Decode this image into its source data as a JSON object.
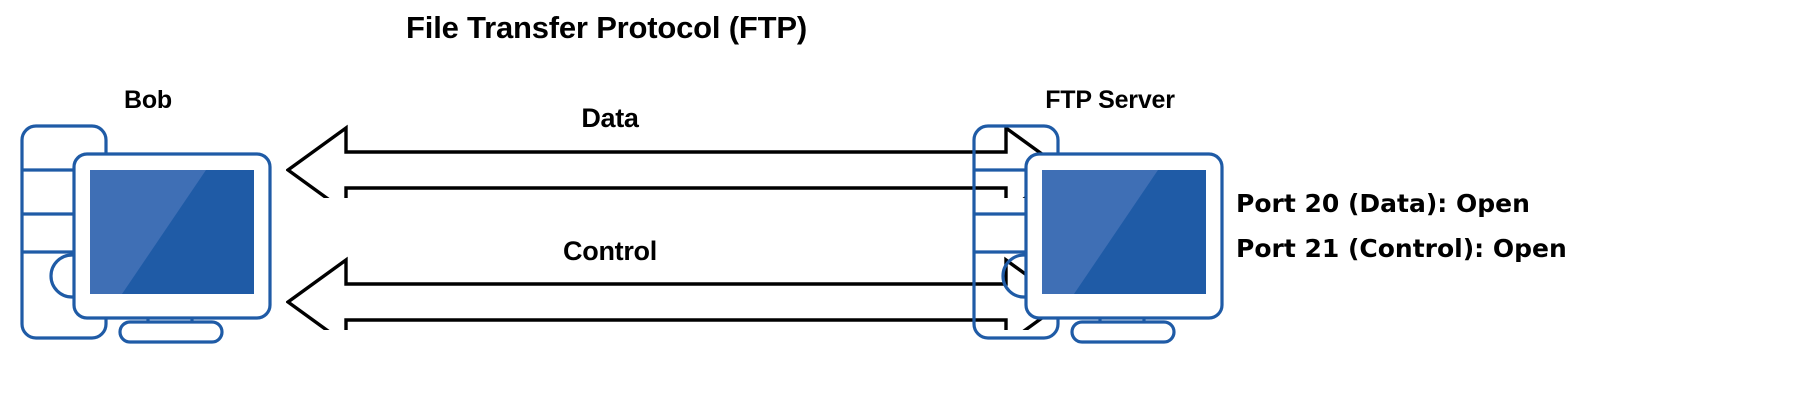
{
  "title": "File Transfer Protocol (FTP)",
  "nodes": {
    "client": {
      "caption": "Bob",
      "icon": "desktop-computer-icon"
    },
    "server": {
      "caption": "FTP Server",
      "icon": "server-computer-icon"
    }
  },
  "arrows": [
    {
      "label": "Data",
      "direction": "bidirectional"
    },
    {
      "label": "Control",
      "direction": "bidirectional"
    }
  ],
  "status": {
    "port_data": "Port 20 (Data): Open",
    "port_control": "Port 21 (Control): Open"
  },
  "colors": {
    "icon_outline": "#1F5BA6",
    "screen_light": "#3F6FB5",
    "screen_dark": "#1F5BA6",
    "arrow_stroke": "#000000",
    "arrow_fill": "#FFFFFF",
    "text": "#000000",
    "background": "#FFFFFF"
  }
}
